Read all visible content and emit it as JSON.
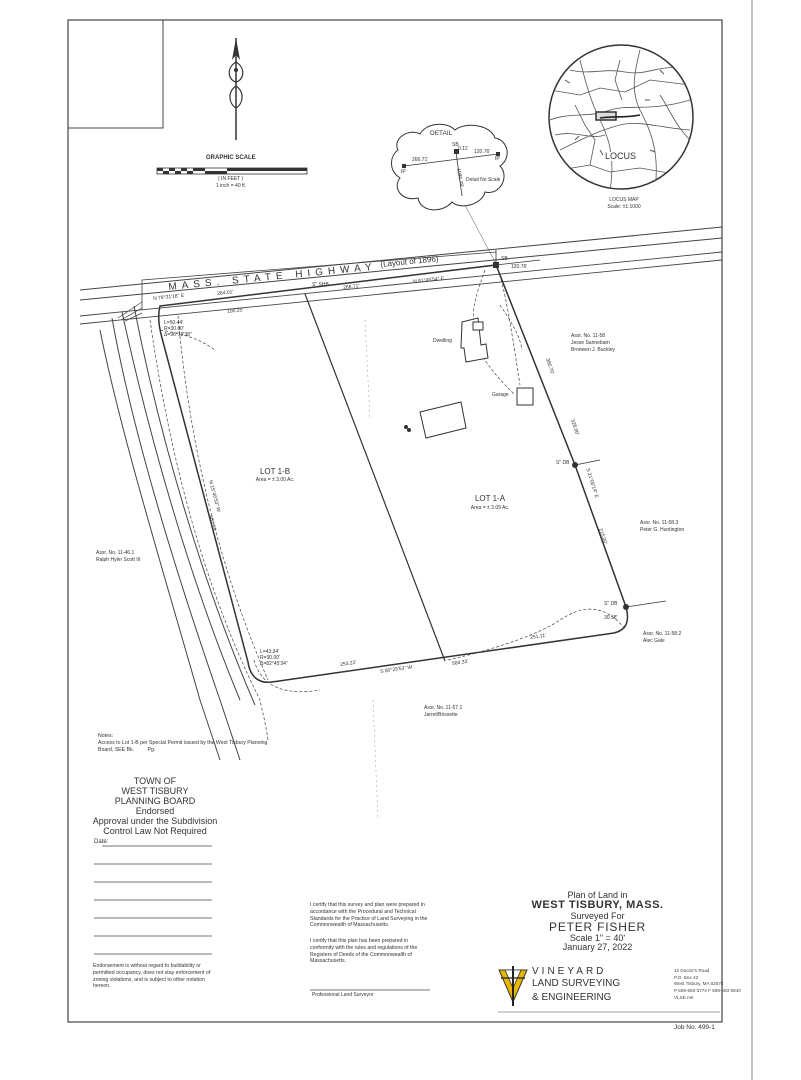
{
  "graphic_scale": {
    "title": "GRAPHIC SCALE",
    "sub1": "( IN FEET )",
    "sub2": "1 inch = 40 ft."
  },
  "highway": {
    "main": "MASS. STATE HIGHWAY",
    "layout": "(Layout of 1896)"
  },
  "detail": {
    "title": "DETAIL",
    "sb": "SB",
    "d1": "0.11'",
    "d2": "120.76'",
    "d3": "266.71'",
    "d4": "1080.78'",
    "note": "Detail No Scale",
    "ip": "IP"
  },
  "locus": {
    "label": "LOCUS",
    "title": "LOCUS MAP",
    "scale": "Scale: ±1:1000"
  },
  "bearings": {
    "n1": "N 79°31'18\" E",
    "d264": "264.01'",
    "d190": "190.25'",
    "sb_near": "S\" SHB",
    "n2": "N 81°45'54\" E",
    "d268": "268.71'",
    "d120": "120.76'",
    "sb_right": "SB",
    "curve1_l": "L=50.44'",
    "curve1_r": "R=30.00'",
    "curve1_d": "Δ=96°19'38\"",
    "d380": "380.70'",
    "d328": "328.90'",
    "s_bound": "S\" DB",
    "s_bound2": "S\" DB",
    "s_east": "S 21°00'14\" E",
    "d215": "215.00'",
    "d30": "30.58'",
    "west_bear": "N 15°46'53\" W",
    "d463": "463.93'",
    "curve2_l": "L=43.34'",
    "curve2_r": "R=30.00'",
    "curve2_d": "Δ=82°45'34\"",
    "d253": "253.22'",
    "s_south": "S 80°25'53\" W",
    "d584": "584.33'",
    "d251": "251.11'"
  },
  "lots": {
    "lot1b_name": "LOT 1-B",
    "lot1b_area": "Area = ± 3.00 Ac.",
    "lot1a_name": "LOT 1-A",
    "lot1a_area": "Area = ± 3.09 Ac."
  },
  "structures": {
    "dwelling": "Dwelling",
    "garage": "Garage"
  },
  "abutters": {
    "a1_no": "Assr. No. 11-58",
    "a1_name": "Jesse Sannebarn",
    "a1_name2": "Bronwen J. Buckley",
    "a2_no": "Assr. No. 11-58.3",
    "a2_name": "Peter G. Huntington",
    "a3_no": "Assr. No. 11-58.2",
    "a3_name": "Alec Gale",
    "a4_no": "Assr. No. 11-57.1",
    "a4_name": "Jarret/Brissette",
    "a5_no": "Assr. No. 11-46.1",
    "a5_name": "Ralph Hyler Scott III"
  },
  "notes": {
    "heading": "Notes:",
    "text": "Access to Lot 1-B per Special Permit issued by the West Tisbury Planning Board, SEE Bk.",
    "pg": "Pg."
  },
  "board": {
    "l1": "TOWN OF",
    "l2": "WEST TISBURY",
    "l3": "PLANNING BOARD",
    "l4": "Endorsed",
    "l5": "Approval under the Subdivision",
    "l6": "Control Law Not Required",
    "date_label": "Date:"
  },
  "endorsement": "Endorsement is without regard to buildability or permitted occupancy, does not stay enforcement of zoning violations, and is subject to other notation hereon.",
  "certification": {
    "c1": "I certify that this survey and plan were prepared in accordance with the Procedural and Technical Standards for the Practice of Land Surveying in the Commonwealth of Massachusetts.",
    "c2": "I certify that this plan has been prepared in conformity with the rules and regulations of the Registers of Deeds of the Commonwealth of Massachusetts.",
    "signature": "Professional Land Surveyor"
  },
  "title_block": {
    "t1": "Plan of Land in",
    "t2": "WEST TISBURY, MASS.",
    "t3": "Surveyed For",
    "t4": "PETER FISHER",
    "t5": "Scale 1\" = 40'",
    "t6": "January 27, 2022"
  },
  "company": {
    "name1": "VINEYARD",
    "name2": "LAND SURVEYING",
    "name3": "& ENGINEERING",
    "addr1": "12 Doctor's Road",
    "addr2": "P.O. Box 42",
    "addr3": "West Tisbury, MA 02575",
    "addr4": "P 508-693-3774 F 508-693-0840",
    "addr5": "VLSE.net"
  },
  "job": "Job No. 499-1",
  "colors": {
    "ink": "#333333",
    "paper": "#ffffff",
    "line": "#444444"
  }
}
